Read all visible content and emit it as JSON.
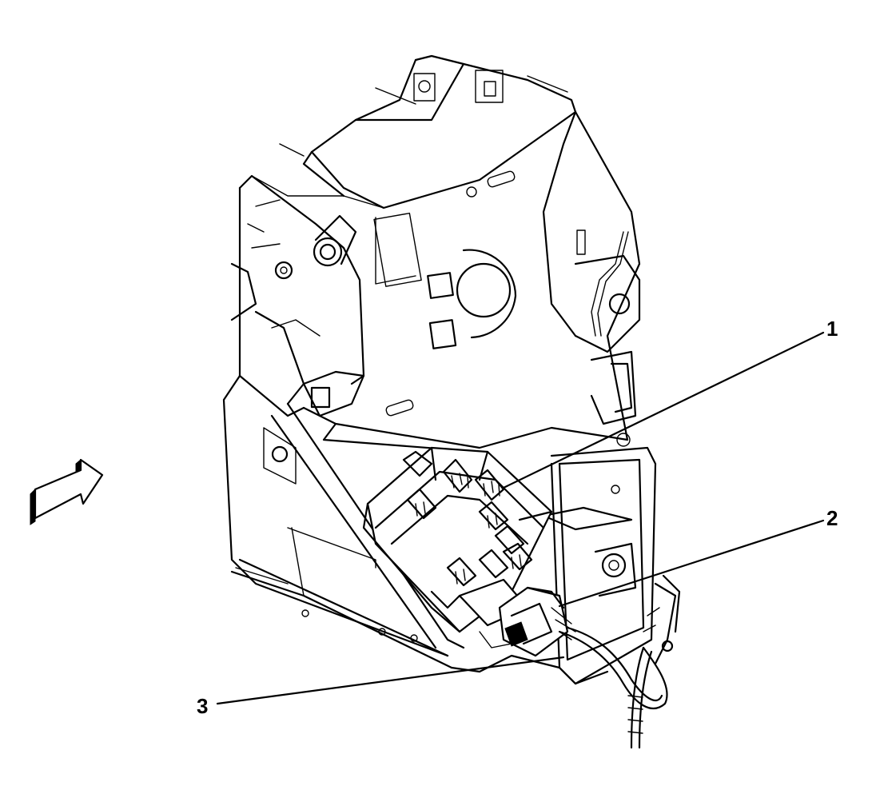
{
  "callouts": [
    {
      "id": "1",
      "label": "1"
    },
    {
      "id": "2",
      "label": "2"
    },
    {
      "id": "3",
      "label": "3"
    }
  ],
  "view_arrow": {
    "icon": "view-direction-arrow-icon"
  },
  "colors": {
    "stroke": "#000000",
    "fill": "#ffffff",
    "background": "#ffffff"
  }
}
